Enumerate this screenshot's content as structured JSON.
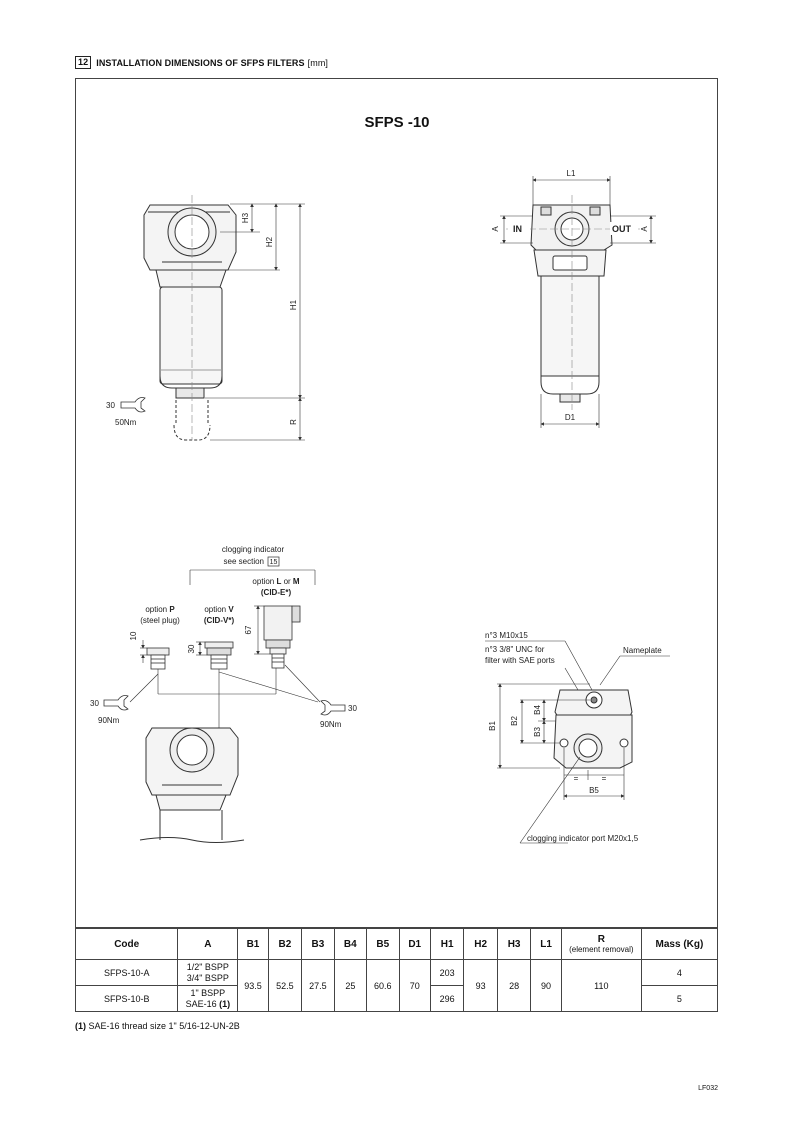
{
  "header": {
    "number": "12",
    "title": "INSTALLATION DIMENSIONS OF SFPS FILTERS",
    "unit": "[mm]"
  },
  "drawing": {
    "title": "SFPS -10",
    "dims_side": {
      "h3": "H3",
      "h2": "H2",
      "h1": "H1",
      "r": "R",
      "torque_size": "30",
      "torque": "50Nm"
    },
    "dims_front": {
      "l1": "L1",
      "in": "IN",
      "out": "OUT",
      "a_left": "A",
      "a_right": "A",
      "d1": "D1"
    },
    "indicator": {
      "title_line1": "clogging indicator",
      "title_line2": "see section",
      "section_ref": "15",
      "option_lm_prefix": "option ",
      "option_l": "L",
      "option_or": " or ",
      "option_m": "M",
      "option_lm_code": "(CID-E*)",
      "option_p_prefix": "option ",
      "option_p": "P",
      "option_p_desc": "(steel plug)",
      "option_v_prefix": "option ",
      "option_v": "V",
      "option_v_code": "(CID-V*)",
      "dim_10": "10",
      "dim_30": "30",
      "dim_67": "67",
      "wrench_left_size": "30",
      "wrench_left_torque": "90Nm",
      "wrench_right_size": "30",
      "wrench_right_torque": "90Nm"
    },
    "bottom_view": {
      "note1": "n°3 M10x15",
      "note2_line1": "n°3 3/8\" UNC for",
      "note2_line2": "filter with SAE ports",
      "nameplate": "Nameplate",
      "b1": "B1",
      "b2": "B2",
      "b3": "B3",
      "b4": "B4",
      "b5": "B5",
      "port_note": "clogging indicator port M20x1,5"
    }
  },
  "table": {
    "headers": [
      "Code",
      "A",
      "B1",
      "B2",
      "B3",
      "B4",
      "B5",
      "D1",
      "H1",
      "H2",
      "H3",
      "L1",
      "R",
      "Mass (Kg)"
    ],
    "r_sub": "(element removal)",
    "rows": [
      {
        "code": "SFPS-10-A",
        "a1": "1/2\" BSPP",
        "a2": "3/4\" BSPP",
        "h1": "203",
        "mass": "4"
      },
      {
        "code": "SFPS-10-B",
        "a1": "1\" BSPP",
        "a2": "SAE-16",
        "a2_note": "(1)",
        "h1": "296",
        "mass": "5"
      }
    ],
    "shared": {
      "b1": "93.5",
      "b2": "52.5",
      "b3": "27.5",
      "b4": "25",
      "b5": "60.6",
      "d1": "70",
      "h2": "93",
      "h3": "28",
      "l1": "90",
      "r": "110"
    }
  },
  "footnote": {
    "mark": "(1)",
    "text": " SAE-16 thread size 1\" 5/16-12-UN-2B"
  },
  "reference": "LF032"
}
